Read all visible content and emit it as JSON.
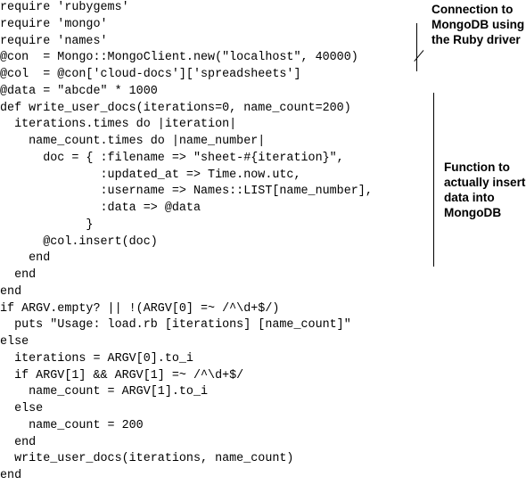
{
  "code_lines": [
    "require 'rubygems'",
    "require 'mongo'",
    "require 'names'",
    "@con  = Mongo::MongoClient.new(\"localhost\", 40000)",
    "@col  = @con['cloud-docs']['spreadsheets']",
    "@data = \"abcde\" * 1000",
    "def write_user_docs(iterations=0, name_count=200)",
    "  iterations.times do |iteration|",
    "    name_count.times do |name_number|",
    "      doc = { :filename => \"sheet-#{iteration}\",",
    "              :updated_at => Time.now.utc,",
    "              :username => Names::LIST[name_number],",
    "              :data => @data",
    "            }",
    "      @col.insert(doc)",
    "    end",
    "  end",
    "end",
    "if ARGV.empty? || !(ARGV[0] =~ /^\\d+$/)",
    "  puts \"Usage: load.rb [iterations] [name_count]\"",
    "else",
    "  iterations = ARGV[0].to_i",
    "  if ARGV[1] && ARGV[1] =~ /^\\d+$/",
    "    name_count = ARGV[1].to_i",
    "  else",
    "    name_count = 200",
    "  end",
    "  write_user_docs(iterations, name_count)",
    "end"
  ],
  "annotations": {
    "connection": "Connection to\nMongoDB using\nthe Ruby driver",
    "function": "Function to\nactually insert\ndata into\nMongoDB"
  }
}
